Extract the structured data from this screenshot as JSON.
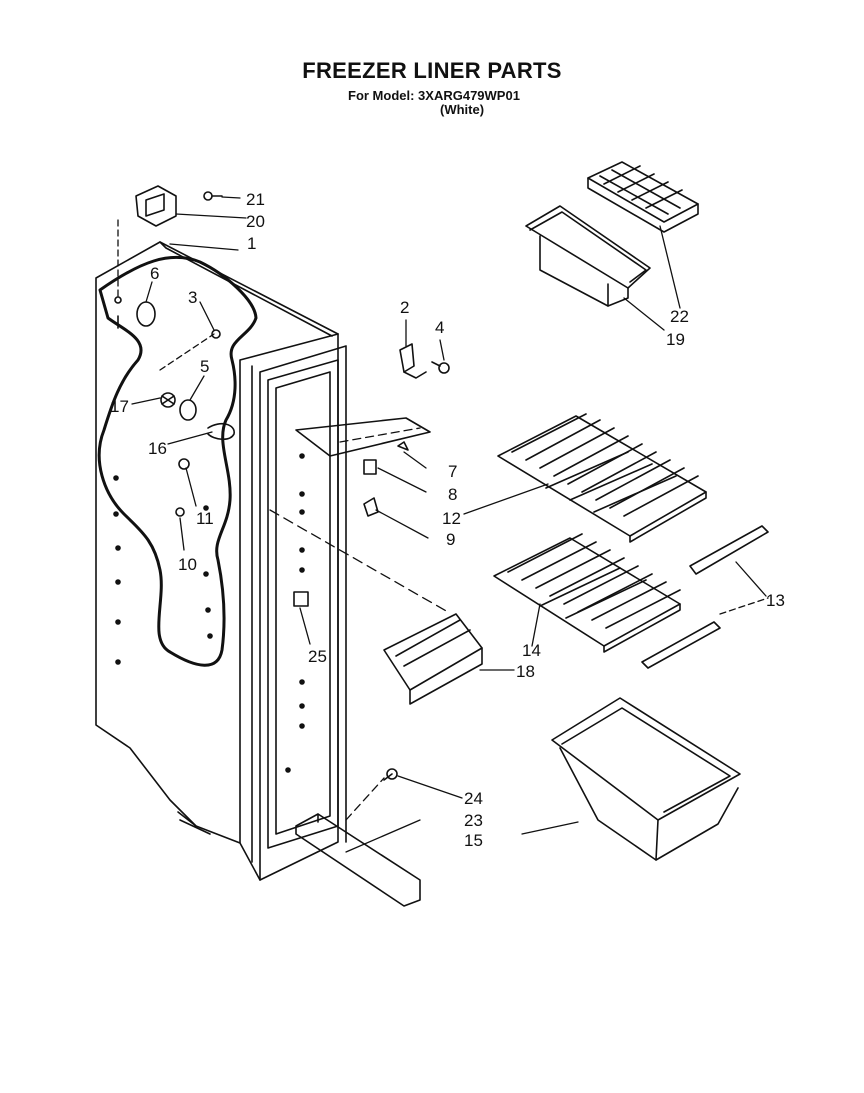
{
  "header": {
    "title": "FREEZER LINER PARTS",
    "model_line": "For Model: 3XARG479WP01",
    "color_line": "(White)"
  },
  "callouts": [
    {
      "id": "c1",
      "text": "1"
    },
    {
      "id": "c2",
      "text": "2"
    },
    {
      "id": "c3",
      "text": "3"
    },
    {
      "id": "c4",
      "text": "4"
    },
    {
      "id": "c5",
      "text": "5"
    },
    {
      "id": "c6",
      "text": "6"
    },
    {
      "id": "c7",
      "text": "7"
    },
    {
      "id": "c8",
      "text": "8"
    },
    {
      "id": "c9",
      "text": "9"
    },
    {
      "id": "c10",
      "text": "10"
    },
    {
      "id": "c11",
      "text": "11"
    },
    {
      "id": "c12",
      "text": "12"
    },
    {
      "id": "c13",
      "text": "13"
    },
    {
      "id": "c14",
      "text": "14"
    },
    {
      "id": "c15",
      "text": "15"
    },
    {
      "id": "c16",
      "text": "16"
    },
    {
      "id": "c17",
      "text": "17"
    },
    {
      "id": "c18",
      "text": "18"
    },
    {
      "id": "c19",
      "text": "19"
    },
    {
      "id": "c20",
      "text": "20"
    },
    {
      "id": "c21",
      "text": "21"
    },
    {
      "id": "c22",
      "text": "22"
    },
    {
      "id": "c23",
      "text": "23"
    },
    {
      "id": "c24",
      "text": "24"
    },
    {
      "id": "c25",
      "text": "25"
    }
  ]
}
